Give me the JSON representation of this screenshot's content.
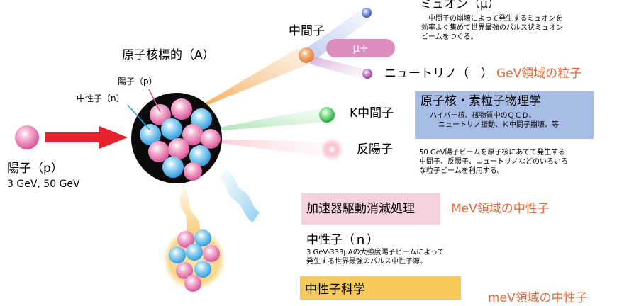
{
  "labels": {
    "target": "原子核標的（A）",
    "proton_in_nucleus": "陽子（p）",
    "neutron_in_nucleus": "中性子（n）",
    "proton_beam": "陽子（p）",
    "proton_energy": "3 GeV, 50 GeV",
    "meson": "中間子",
    "muon_title": "ミュオン（μ）",
    "muon_desc": [
      "中間子の崩壊によって発生するミュオンを",
      "効率よく集めて世界最強のパルス状ミュオン",
      "ビームをつくる。"
    ],
    "mu_plus": "μ+",
    "neutrino": "ニュートリノ（　）",
    "neutrino_gev": "GeV領域の粒子",
    "kaon": "K中間子",
    "antiproton": "反陽子",
    "nuclear_physics_title": "原子核・素粒子物理学",
    "nuclear_physics_desc": [
      "ハイパー核、核物質中のＱＣＤ、",
      "ニュートリノ振動、Ｋ中間子崩壊、等"
    ],
    "beam_desc": [
      "50 GeV陽子ビームを原子核にあてて発生する",
      "中間子、反陽子、ニュートリノなどのいろいろ",
      "な粒子ビームを利用する。"
    ],
    "ads_title": "加速器駆動消滅処理",
    "ads_mev": "MeV領域の中性子",
    "neutron_title": "中性子（ｎ）",
    "neutron_desc": [
      "3 GeV-333μAの大強度陽子ビームによって",
      "発生する世界最強のパルス中性子源。"
    ],
    "neutron_science": "中性子科学",
    "mev_bottom": "meV領域の中性子"
  },
  "colors": {
    "proton": "#e56fa8",
    "neutron": "#4aaee8",
    "nucleus_bg": "#0a0a0a",
    "beam_arrow": "#e8212f",
    "meson": "#f0a050",
    "muon": "#4a6fd0",
    "neutrino": "#b060b0",
    "kaon": "#3cc050",
    "antiproton": "#f07890",
    "accent_text": "#e06a3a",
    "box_nuclear": "#a8bde6",
    "box_ads": "#f6d3dc",
    "box_neutron_science": "#f5c95a"
  }
}
